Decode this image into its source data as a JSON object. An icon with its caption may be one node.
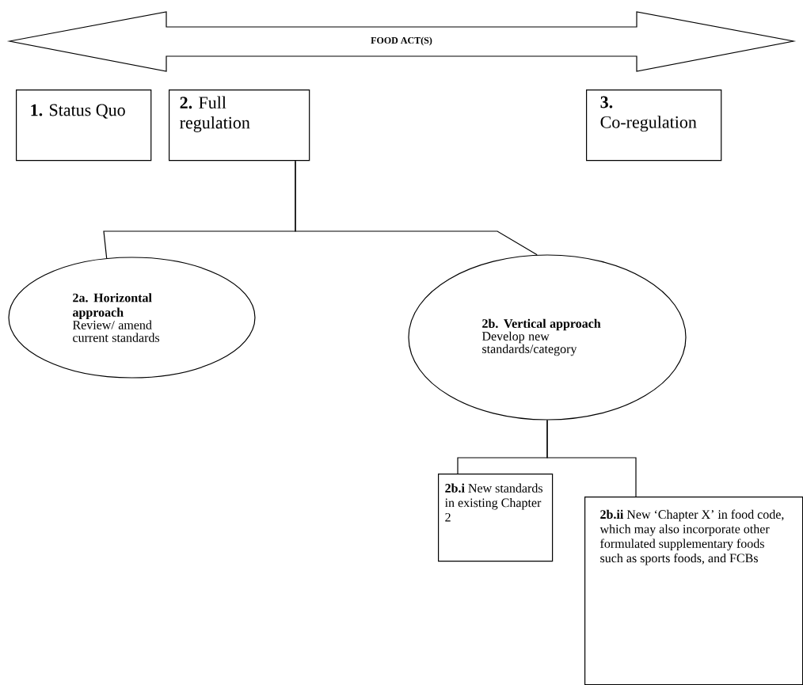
{
  "diagram": {
    "nodes": [
      {
        "text": [
          "FOOD ACT(S)"
        ]
      },
      {
        "text": [
          "**1.** Status Quo"
        ]
      },
      {
        "text": [
          "**2.** Full regulation"
        ]
      },
      {
        "text": [
          "**3.** Co-regulation"
        ]
      },
      {
        "text": [
          "2a. Horizontal approach",
          "Review/ amend current standards"
        ]
      },
      {
        "text": [
          "2b.  Vertical approach",
          "Develop new standards/category"
        ]
      },
      {
        "text": [
          "**2b.i** New standards in existing Chapter 2"
        ]
      },
      {
        "text": [
          "**2b.ii** New ‘Chapter X’ in food code, which may also incorporate other formulated supplementary foods such as sports foods, and FCBs"
        ]
      }
    ],
    "edges": [
      {
        "from": 2,
        "to": 4,
        "arrow": "none"
      },
      {
        "from": 2,
        "to": 5,
        "arrow": "none"
      },
      {
        "from": 5,
        "to": 6,
        "arrow": "none"
      },
      {
        "from": 5,
        "to": 7,
        "arrow": "none"
      }
    ]
  }
}
